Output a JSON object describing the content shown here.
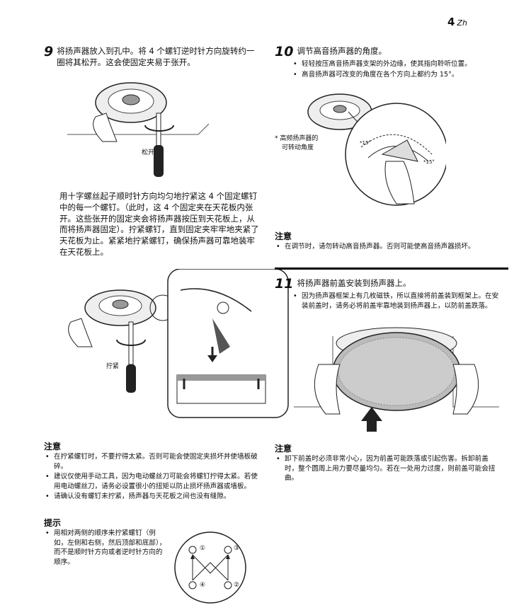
{
  "page_number": "4",
  "language": "Zh",
  "left": {
    "step9": {
      "number": "9",
      "text": "将扬声器放入到孔中。将 4 个螺钉逆时针方向旋转约一圈将其松开。这会使固定夹易于张开。"
    },
    "fig1_label": "松开",
    "paragraph": "用十字螺丝起子顺时针方向均匀地拧紧这 4 个固定螺钉中的每一个螺钉。（此时，这 4 个固定夹在天花板内张开。这些张开的固定夹会将扬声器按压到天花板上，从而将扬声器固定）。拧紧螺钉，直到固定夹牢牢地夹紧了天花板为止。紧紧地拧紧螺钉，确保扬声器可靠地装牢在天花板上。",
    "fig2_label": "拧紧",
    "caution": {
      "title": "注意",
      "items": [
        "在拧紧螺钉时，不要拧得太紧。否则可能会使固定夹损坏并使墙板破碎。",
        "建议仅使用手动工具，因为电动螺丝刀可能会将螺钉拧得太紧。若使用电动螺丝刀，请务必设置很小的扭矩以防止损坏扬声器或墙板。",
        "请确认没有螺钉未拧紧，扬声器与天花板之间也没有缝隙。"
      ]
    },
    "hint": {
      "title": "提示",
      "items": [
        "用相对两侧的顺序来拧紧螺钉（例如，左侧和右侧，然后顶部和底部），而不是顺时针方向或者逆时针方向的顺序。"
      ]
    },
    "screw_order": [
      "①",
      "②",
      "③",
      "④"
    ]
  },
  "right": {
    "step10": {
      "number": "10",
      "text": "调节高音扬声器的角度。",
      "items": [
        "轻轻按压高音扬声器支架的外边缘，使其指向聆听位置。",
        "高音扬声器可改变的角度在各个方向上都约为 15°。"
      ]
    },
    "fig_note_line1": "* 高频扬声器的",
    "fig_note_line2": "可转动角度",
    "angle_a": "*15°",
    "angle_b": "*15°",
    "caution1": {
      "title": "注意",
      "items": [
        "在调节时，请勿转动高音扬声器。否则可能使高音扬声器损坏。"
      ]
    },
    "step11": {
      "number": "11",
      "text": "将扬声器前盖安装到扬声器上。",
      "items": [
        "因为扬声器框架上有几枚磁铁，所以直接将前盖装到框架上。在安装前盖时，请务必将前盖牢靠地装到扬声器上，以防前盖跌落。"
      ]
    },
    "caution2": {
      "title": "注意",
      "items": [
        "卸下前盖时必须非常小心，因为前盖可能跌落或引起伤害。拆卸前盖时，整个圆周上用力要尽量均匀。若在一处用力过度，则前盖可能会扭曲。"
      ]
    }
  }
}
